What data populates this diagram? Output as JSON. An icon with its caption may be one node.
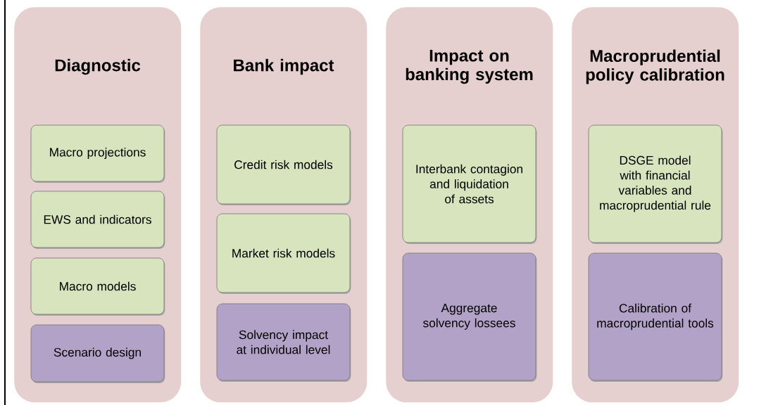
{
  "diagram": {
    "nodes": [
      {
        "text": [
          "Diagnostic"
        ]
      },
      {
        "text": [
          "Macro projections"
        ],
        "in": 0
      },
      {
        "text": [
          "EWS and indicators"
        ],
        "in": 0
      },
      {
        "text": [
          "Macro models"
        ],
        "in": 0
      },
      {
        "text": [
          "Scenario design"
        ],
        "in": 0
      },
      {
        "text": [
          "Bank impact"
        ]
      },
      {
        "text": [
          "Credit risk models"
        ],
        "in": 5
      },
      {
        "text": [
          "Market risk models"
        ],
        "in": 5
      },
      {
        "text": [
          "Solvency impact at individual level"
        ],
        "in": 5
      },
      {
        "text": [
          "Impact on banking system"
        ]
      },
      {
        "text": [
          "Interbank contagion and liquidation of assets"
        ],
        "in": 9
      },
      {
        "text": [
          "Aggregate solvency lossees"
        ],
        "in": 9
      },
      {
        "text": [
          "Macroprudential policy calibration"
        ]
      },
      {
        "text": [
          "DSGE model with financial variables and macroprudential rule"
        ],
        "in": 12
      },
      {
        "text": [
          "Calibration of macroprudential tools"
        ],
        "in": 12
      }
    ]
  }
}
